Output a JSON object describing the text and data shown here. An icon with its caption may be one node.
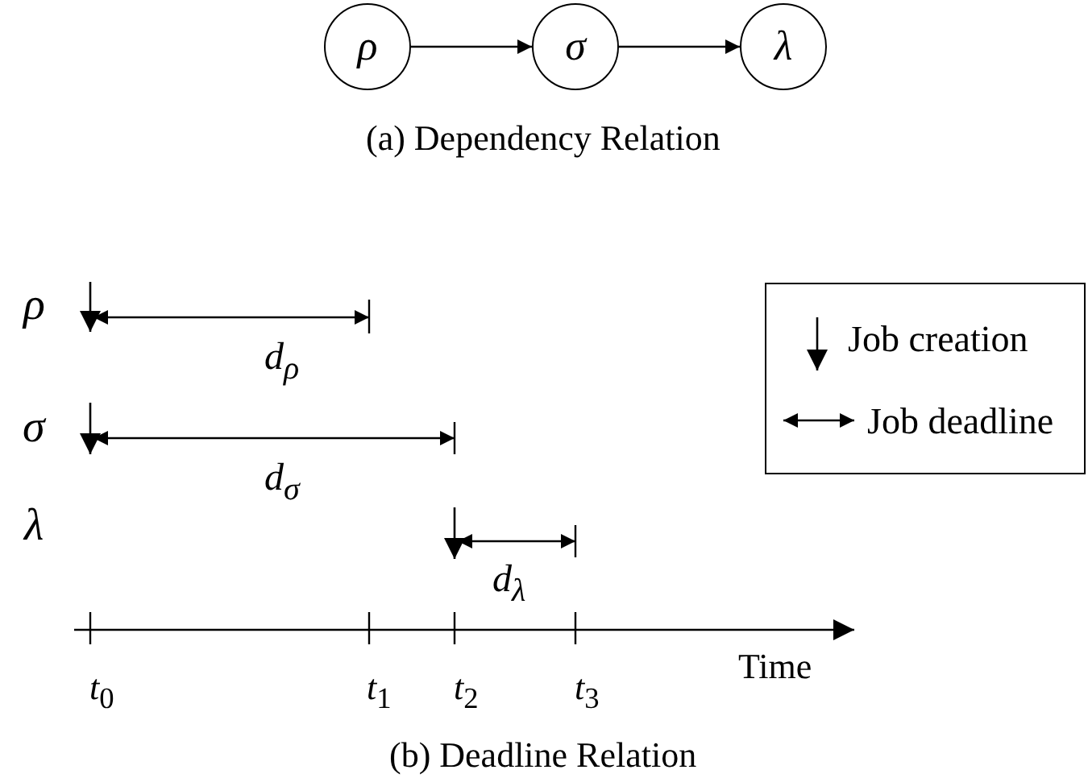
{
  "diagram": {
    "nodes": [
      {
        "text": [
          "ρ"
        ]
      },
      {
        "text": [
          "σ"
        ]
      },
      {
        "text": [
          "λ"
        ]
      }
    ],
    "edges": [
      {
        "from": 0,
        "to": 1,
        "arrow": "to"
      },
      {
        "from": 1,
        "to": 2,
        "arrow": "to"
      }
    ],
    "labels": [
      "(a) Dependency Relation",
      "ρ",
      "d$_{ρ}$",
      "σ",
      "d$_{σ}$",
      "λ",
      "d$_{λ}$",
      "*t*$_{0}$",
      "*t*$_{1}$",
      "*t*$_{2}$",
      "*t*$_{3}$",
      "Time",
      "(b) Deadline Relation"
    ],
    "legend": [
      {
        "text": "Job creation"
      },
      {
        "text": "Job deadline"
      }
    ]
  }
}
